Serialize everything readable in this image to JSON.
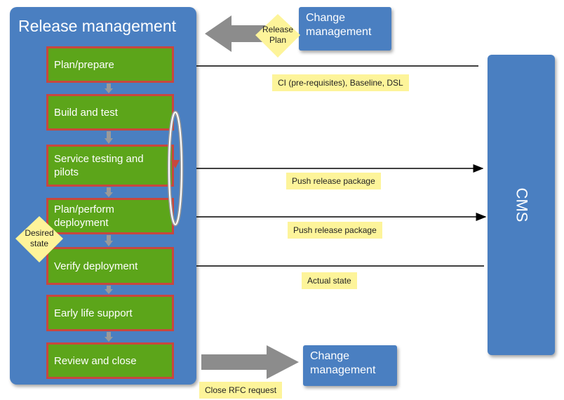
{
  "release_panel": {
    "title": "Release management"
  },
  "steps": [
    {
      "label": "Plan/prepare"
    },
    {
      "label": "Build and test"
    },
    {
      "label": "Service testing and pilots"
    },
    {
      "label": "Plan/perform deployment"
    },
    {
      "label": "Verify deployment"
    },
    {
      "label": "Early life support"
    },
    {
      "label": "Review and close"
    }
  ],
  "change_management_top": {
    "label": "Change management"
  },
  "change_management_bottom": {
    "label": "Change management"
  },
  "diamond_release_plan": {
    "label": "Release Plan"
  },
  "diamond_desired_state": {
    "label": "Desired state"
  },
  "cms": {
    "label": "CMS"
  },
  "notes": {
    "ci": "CI (pre-requisites),  Baseline, DSL",
    "push1": "Push release package",
    "push2": "Push release package",
    "actual": "Actual state",
    "close_rfc": "Close RFC request"
  },
  "colors": {
    "panel_blue": "#4a7fc1",
    "step_green": "#5ca51a",
    "step_border": "#c8473e",
    "note_yellow": "#fdf49a",
    "arrow_grey": "#8c8c8c"
  }
}
